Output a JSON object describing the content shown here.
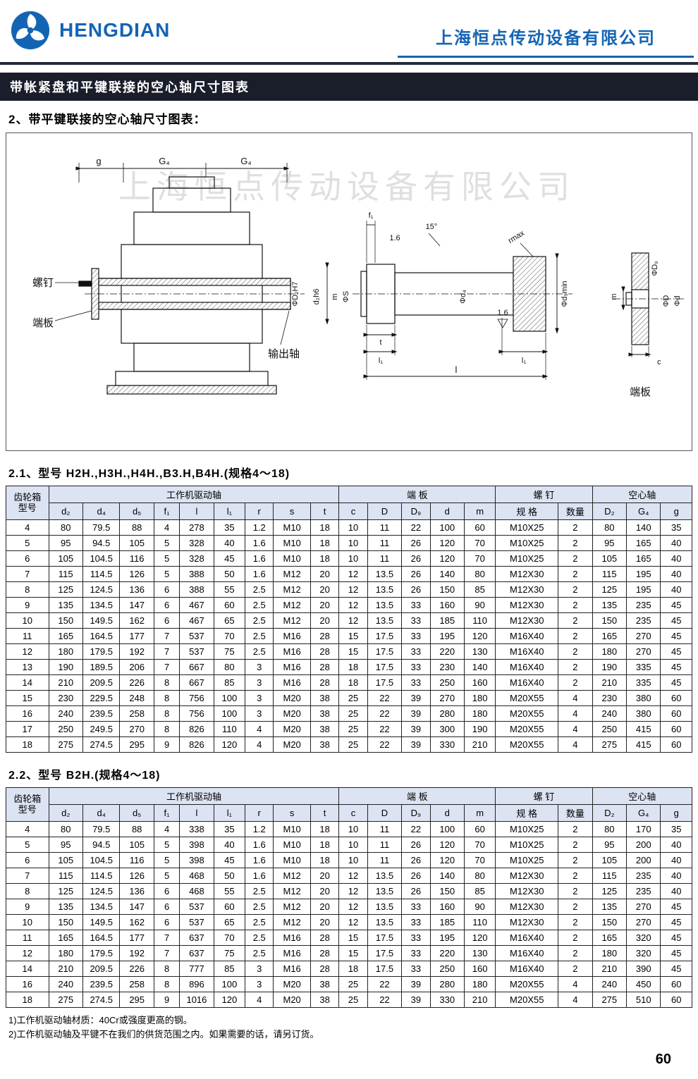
{
  "header": {
    "brand": "HENGDIAN",
    "company": "上海恒点传动设备有限公司"
  },
  "title_bar": {
    "text": "带帐紧盘和平键联接的空心轴尺寸图表"
  },
  "section_heading": "2、带平键联接的空心轴尺寸图表：",
  "drawing": {
    "watermark": "上海恒点传动设备有限公司",
    "labels": {
      "dim_g": "g",
      "dim_g4a": "G₄",
      "dim_g4b": "G₄",
      "screw": "螺钉",
      "end_plate": "端板",
      "output_shaft": "输出轴",
      "phi_d2h7": "ΦD₂H7",
      "f1": "f₁",
      "finish_a": "1.6",
      "angle": "15°",
      "rmax": "rmax",
      "d2h6": "d₂h6",
      "m_left": "m",
      "phi_s": "ΦS",
      "phi_d4": "Φd₄",
      "phi_d5min": "Φd₅min",
      "t": "t",
      "l1_left": "l₁",
      "l1_right": "l₁",
      "l": "l",
      "finish_b": "1.6",
      "phi_d9": "ΦD₉",
      "phi_d_cap": "ΦD",
      "phi_d_small": "Φd",
      "m_right": "m",
      "c": "c",
      "end_plate_caption": "端板"
    }
  },
  "table1": {
    "caption": "2.1、型号 H2H.,H3H.,H4H.,B3.H,B4H.(规格4～18)",
    "model_header": "齿轮箱\n型号",
    "groups": [
      {
        "label": "工作机驱动轴",
        "span": 9
      },
      {
        "label": "端 板",
        "span": 5
      },
      {
        "label": "螺 钉",
        "span": 2
      },
      {
        "label": "空心轴",
        "span": 3
      }
    ],
    "columns": [
      "d₂",
      "d₄",
      "d₅",
      "f₁",
      "l",
      "l₁",
      "r",
      "s",
      "t",
      "c",
      "D",
      "D₉",
      "d",
      "m",
      "规 格",
      "数量",
      "D₂",
      "G₄",
      "g"
    ],
    "rows": [
      [
        "4",
        "80",
        "79.5",
        "88",
        "4",
        "278",
        "35",
        "1.2",
        "M10",
        "18",
        "10",
        "11",
        "22",
        "100",
        "60",
        "M10X25",
        "2",
        "80",
        "140",
        "35"
      ],
      [
        "5",
        "95",
        "94.5",
        "105",
        "5",
        "328",
        "40",
        "1.6",
        "M10",
        "18",
        "10",
        "11",
        "26",
        "120",
        "70",
        "M10X25",
        "2",
        "95",
        "165",
        "40"
      ],
      [
        "6",
        "105",
        "104.5",
        "116",
        "5",
        "328",
        "45",
        "1.6",
        "M10",
        "18",
        "10",
        "11",
        "26",
        "120",
        "70",
        "M10X25",
        "2",
        "105",
        "165",
        "40"
      ],
      [
        "7",
        "115",
        "114.5",
        "126",
        "5",
        "388",
        "50",
        "1.6",
        "M12",
        "20",
        "12",
        "13.5",
        "26",
        "140",
        "80",
        "M12X30",
        "2",
        "115",
        "195",
        "40"
      ],
      [
        "8",
        "125",
        "124.5",
        "136",
        "6",
        "388",
        "55",
        "2.5",
        "M12",
        "20",
        "12",
        "13.5",
        "26",
        "150",
        "85",
        "M12X30",
        "2",
        "125",
        "195",
        "40"
      ],
      [
        "9",
        "135",
        "134.5",
        "147",
        "6",
        "467",
        "60",
        "2.5",
        "M12",
        "20",
        "12",
        "13.5",
        "33",
        "160",
        "90",
        "M12X30",
        "2",
        "135",
        "235",
        "45"
      ],
      [
        "10",
        "150",
        "149.5",
        "162",
        "6",
        "467",
        "65",
        "2.5",
        "M12",
        "20",
        "12",
        "13.5",
        "33",
        "185",
        "110",
        "M12X30",
        "2",
        "150",
        "235",
        "45"
      ],
      [
        "11",
        "165",
        "164.5",
        "177",
        "7",
        "537",
        "70",
        "2.5",
        "M16",
        "28",
        "15",
        "17.5",
        "33",
        "195",
        "120",
        "M16X40",
        "2",
        "165",
        "270",
        "45"
      ],
      [
        "12",
        "180",
        "179.5",
        "192",
        "7",
        "537",
        "75",
        "2.5",
        "M16",
        "28",
        "15",
        "17.5",
        "33",
        "220",
        "130",
        "M16X40",
        "2",
        "180",
        "270",
        "45"
      ],
      [
        "13",
        "190",
        "189.5",
        "206",
        "7",
        "667",
        "80",
        "3",
        "M16",
        "28",
        "18",
        "17.5",
        "33",
        "230",
        "140",
        "M16X40",
        "2",
        "190",
        "335",
        "45"
      ],
      [
        "14",
        "210",
        "209.5",
        "226",
        "8",
        "667",
        "85",
        "3",
        "M16",
        "28",
        "18",
        "17.5",
        "33",
        "250",
        "160",
        "M16X40",
        "2",
        "210",
        "335",
        "45"
      ],
      [
        "15",
        "230",
        "229.5",
        "248",
        "8",
        "756",
        "100",
        "3",
        "M20",
        "38",
        "25",
        "22",
        "39",
        "270",
        "180",
        "M20X55",
        "4",
        "230",
        "380",
        "60"
      ],
      [
        "16",
        "240",
        "239.5",
        "258",
        "8",
        "756",
        "100",
        "3",
        "M20",
        "38",
        "25",
        "22",
        "39",
        "280",
        "180",
        "M20X55",
        "4",
        "240",
        "380",
        "60"
      ],
      [
        "17",
        "250",
        "249.5",
        "270",
        "8",
        "826",
        "110",
        "4",
        "M20",
        "38",
        "25",
        "22",
        "39",
        "300",
        "190",
        "M20X55",
        "4",
        "250",
        "415",
        "60"
      ],
      [
        "18",
        "275",
        "274.5",
        "295",
        "9",
        "826",
        "120",
        "4",
        "M20",
        "38",
        "25",
        "22",
        "39",
        "330",
        "210",
        "M20X55",
        "4",
        "275",
        "415",
        "60"
      ]
    ]
  },
  "table2": {
    "caption": "2.2、型号 B2H.(规格4～18)",
    "model_header": "齿轮箱\n型号",
    "groups": [
      {
        "label": "工作机驱动轴",
        "span": 9
      },
      {
        "label": "端 板",
        "span": 5
      },
      {
        "label": "螺 钉",
        "span": 2
      },
      {
        "label": "空心轴",
        "span": 3
      }
    ],
    "columns": [
      "d₂",
      "d₄",
      "d₅",
      "f₁",
      "l",
      "l₁",
      "r",
      "s",
      "t",
      "c",
      "D",
      "D₉",
      "d",
      "m",
      "规 格",
      "数量",
      "D₂",
      "G₄",
      "g"
    ],
    "rows": [
      [
        "4",
        "80",
        "79.5",
        "88",
        "4",
        "338",
        "35",
        "1.2",
        "M10",
        "18",
        "10",
        "11",
        "22",
        "100",
        "60",
        "M10X25",
        "2",
        "80",
        "170",
        "35"
      ],
      [
        "5",
        "95",
        "94.5",
        "105",
        "5",
        "398",
        "40",
        "1.6",
        "M10",
        "18",
        "10",
        "11",
        "26",
        "120",
        "70",
        "M10X25",
        "2",
        "95",
        "200",
        "40"
      ],
      [
        "6",
        "105",
        "104.5",
        "116",
        "5",
        "398",
        "45",
        "1.6",
        "M10",
        "18",
        "10",
        "11",
        "26",
        "120",
        "70",
        "M10X25",
        "2",
        "105",
        "200",
        "40"
      ],
      [
        "7",
        "115",
        "114.5",
        "126",
        "5",
        "468",
        "50",
        "1.6",
        "M12",
        "20",
        "12",
        "13.5",
        "26",
        "140",
        "80",
        "M12X30",
        "2",
        "115",
        "235",
        "40"
      ],
      [
        "8",
        "125",
        "124.5",
        "136",
        "6",
        "468",
        "55",
        "2.5",
        "M12",
        "20",
        "12",
        "13.5",
        "26",
        "150",
        "85",
        "M12X30",
        "2",
        "125",
        "235",
        "40"
      ],
      [
        "9",
        "135",
        "134.5",
        "147",
        "6",
        "537",
        "60",
        "2.5",
        "M12",
        "20",
        "12",
        "13.5",
        "33",
        "160",
        "90",
        "M12X30",
        "2",
        "135",
        "270",
        "45"
      ],
      [
        "10",
        "150",
        "149.5",
        "162",
        "6",
        "537",
        "65",
        "2.5",
        "M12",
        "20",
        "12",
        "13.5",
        "33",
        "185",
        "110",
        "M12X30",
        "2",
        "150",
        "270",
        "45"
      ],
      [
        "11",
        "165",
        "164.5",
        "177",
        "7",
        "637",
        "70",
        "2.5",
        "M16",
        "28",
        "15",
        "17.5",
        "33",
        "195",
        "120",
        "M16X40",
        "2",
        "165",
        "320",
        "45"
      ],
      [
        "12",
        "180",
        "179.5",
        "192",
        "7",
        "637",
        "75",
        "2.5",
        "M16",
        "28",
        "15",
        "17.5",
        "33",
        "220",
        "130",
        "M16X40",
        "2",
        "180",
        "320",
        "45"
      ],
      [
        "14",
        "210",
        "209.5",
        "226",
        "8",
        "777",
        "85",
        "3",
        "M16",
        "28",
        "18",
        "17.5",
        "33",
        "250",
        "160",
        "M16X40",
        "2",
        "210",
        "390",
        "45"
      ],
      [
        "16",
        "240",
        "239.5",
        "258",
        "8",
        "896",
        "100",
        "3",
        "M20",
        "38",
        "25",
        "22",
        "39",
        "280",
        "180",
        "M20X55",
        "4",
        "240",
        "450",
        "60"
      ],
      [
        "18",
        "275",
        "274.5",
        "295",
        "9",
        "1016",
        "120",
        "4",
        "M20",
        "38",
        "25",
        "22",
        "39",
        "330",
        "210",
        "M20X55",
        "4",
        "275",
        "510",
        "60"
      ]
    ]
  },
  "footnotes": {
    "f1": "1)工作机驱动轴材质：40Cr或强度更高的钢。",
    "f2": "2)工作机驱动轴及平键不在我们的供货范围之内。如果需要的话，请另订货。"
  },
  "page_number": "60"
}
